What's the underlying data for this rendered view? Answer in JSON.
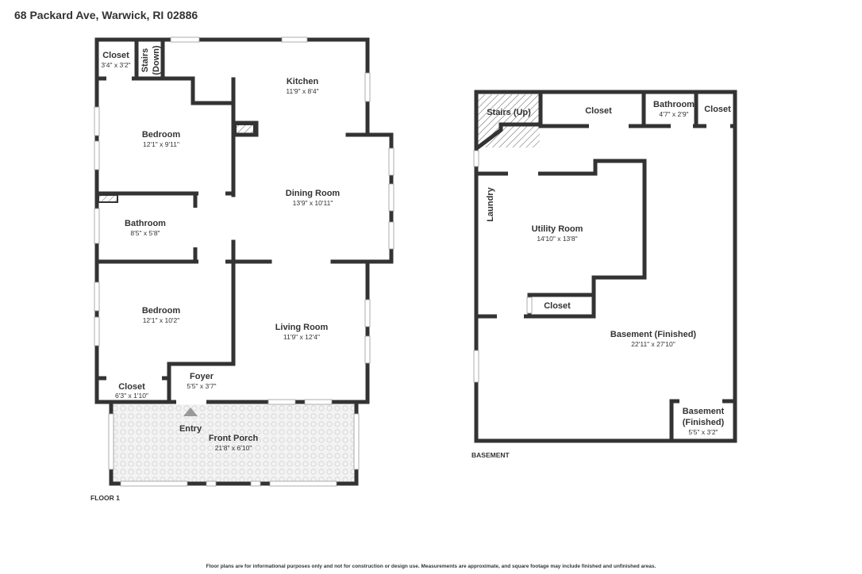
{
  "address": "68 Packard Ave, Warwick, RI 02886",
  "floor1": {
    "label": "FLOOR 1",
    "rooms": {
      "closet_top": {
        "name": "Closet",
        "dims": "3'4\" x 3'2\""
      },
      "stairs_down_a": {
        "name": "Stairs"
      },
      "stairs_down_b": {
        "name": "(Down)"
      },
      "kitchen": {
        "name": "Kitchen",
        "dims": "11'9\" x 8'4\""
      },
      "bedroom1": {
        "name": "Bedroom",
        "dims": "12'1\" x 9'11\""
      },
      "dining": {
        "name": "Dining Room",
        "dims": "13'9\" x 10'11\""
      },
      "bathroom": {
        "name": "Bathroom",
        "dims": "8'5\" x 5'8\""
      },
      "bedroom2": {
        "name": "Bedroom",
        "dims": "12'1\" x 10'2\""
      },
      "living": {
        "name": "Living Room",
        "dims": "11'9\" x 12'4\""
      },
      "closet_bottom": {
        "name": "Closet",
        "dims": "6'3\" x 1'10\""
      },
      "foyer": {
        "name": "Foyer",
        "dims": "5'5\" x 3'7\""
      },
      "entry": {
        "name": "Entry"
      },
      "porch": {
        "name": "Front Porch",
        "dims": "21'8\" x 6'10\""
      }
    }
  },
  "basement": {
    "label": "BASEMENT",
    "rooms": {
      "stairs_up": {
        "name": "Stairs (Up)"
      },
      "closet1": {
        "name": "Closet"
      },
      "bathroom": {
        "name": "Bathroom",
        "dims": "4'7\" x 2'9\""
      },
      "closet2": {
        "name": "Closet"
      },
      "laundry": {
        "name": "Laundry"
      },
      "utility": {
        "name": "Utility Room",
        "dims": "14'10\" x 13'8\""
      },
      "closet3": {
        "name": "Closet"
      },
      "finished": {
        "name": "Basement (Finished)",
        "dims": "22'11\" x 27'10\""
      },
      "finished_small_a": {
        "name": "Basement"
      },
      "finished_small_b": {
        "name": "(Finished)"
      },
      "finished_small_dims": {
        "dims": "5'5\" x 3'2\""
      }
    }
  },
  "disclaimer": "Floor plans are for informational purposes only and not for construction or design use. Measurements are approximate, and square footage may include finished and unfinished areas."
}
